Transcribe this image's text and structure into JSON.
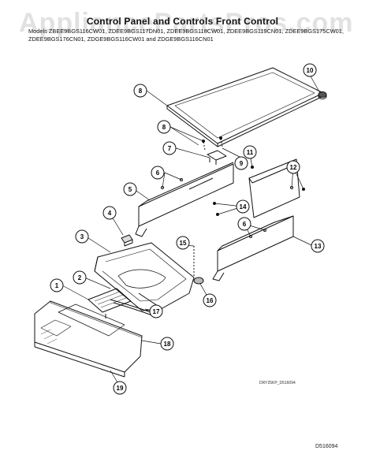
{
  "header": {
    "title": "Control Panel and Controls Front Control",
    "models_line_1": "Models ZBEE9BGS116CW01, ZDEE9BGS117DN01, ZDEE9BGS118CW01, ZDEE9BGS119CN01, ZDEE9BGS175CW01,",
    "models_line_2": "ZDEE9BGS176CN01, ZDGE9BGS116CW01 and ZDGE9BGS116CN01"
  },
  "watermark": "AppliancePartsPros.com",
  "callouts": [
    {
      "id": "c1",
      "label": "1"
    },
    {
      "id": "c2",
      "label": "2"
    },
    {
      "id": "c3",
      "label": "3"
    },
    {
      "id": "c4",
      "label": "4"
    },
    {
      "id": "c5",
      "label": "5"
    },
    {
      "id": "c6a",
      "label": "6"
    },
    {
      "id": "c6b",
      "label": "6"
    },
    {
      "id": "c7",
      "label": "7"
    },
    {
      "id": "c8a",
      "label": "8"
    },
    {
      "id": "c8b",
      "label": "8"
    },
    {
      "id": "c9",
      "label": "9"
    },
    {
      "id": "c10",
      "label": "10"
    },
    {
      "id": "c11",
      "label": "11"
    },
    {
      "id": "c12",
      "label": "12"
    },
    {
      "id": "c13",
      "label": "13"
    },
    {
      "id": "c14",
      "label": "14"
    },
    {
      "id": "c15",
      "label": "15"
    },
    {
      "id": "c16",
      "label": "16"
    },
    {
      "id": "c17",
      "label": "17"
    },
    {
      "id": "c18",
      "label": "18"
    },
    {
      "id": "c19",
      "label": "19"
    }
  ],
  "footer": {
    "figure_code": "DRY25KP_D516094",
    "drawing_number": "D516094"
  }
}
